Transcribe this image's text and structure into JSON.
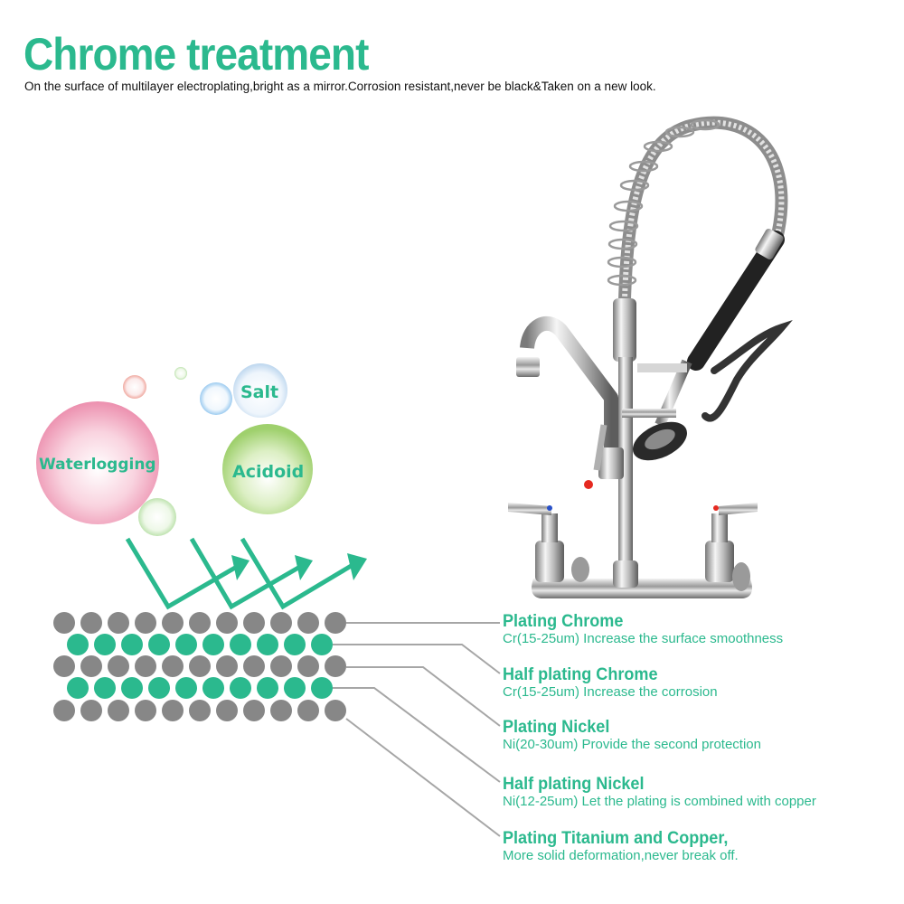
{
  "header": {
    "title": "Chrome treatment",
    "subtitle": "On the surface of multilayer electroplating,bright as a mirror.Corrosion resistant,never be black&Taken on a new look."
  },
  "colors": {
    "accent": "#2bb98e",
    "gray_dot": "#878787",
    "leader_line": "#a6a6a6",
    "text_dark": "#111111"
  },
  "bubbles": [
    {
      "label": "Waterlogging",
      "color": "#f2a5bd"
    },
    {
      "label": "Salt",
      "color": "#cfe3f5"
    },
    {
      "label": "Acidoid",
      "color": "#b5dc8e"
    }
  ],
  "layers": [
    {
      "title": "Plating Chrome",
      "desc": "Cr(15-25um) Increase the surface smoothness"
    },
    {
      "title": "Half plating Chrome",
      "desc": "Cr(15-25um) Increase the corrosion"
    },
    {
      "title": "Plating Nickel",
      "desc": "Ni(20-30um) Provide the second protection"
    },
    {
      "title": "Half plating Nickel",
      "desc": "Ni(12-25um) Let the plating is combined with copper"
    },
    {
      "title": "Plating Titanium and Copper,",
      "desc": "More solid deformation,never break off."
    }
  ],
  "product": {
    "name": "pre-rinse faucet"
  }
}
